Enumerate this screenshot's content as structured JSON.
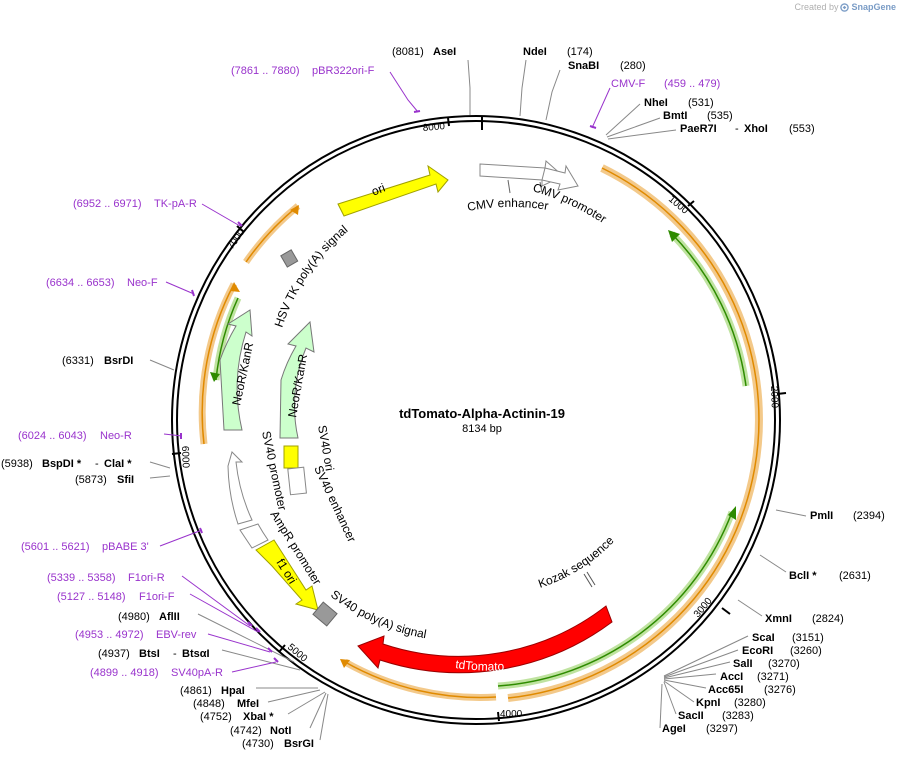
{
  "credit": {
    "text": "Created by",
    "brand": "SnapGene",
    "logo_icon": "snapgene-logo-icon"
  },
  "plasmid": {
    "name": "tdTomato-Alpha-Actinin-19",
    "size_label": "8134 bp"
  },
  "colors": {
    "primer": "#9933cc",
    "site": "#000000",
    "orf": "#f5a623",
    "orf_inner": "#2e8b00",
    "backbone": "#000000"
  },
  "ticks": [
    "1000",
    "2000",
    "3000",
    "4000",
    "5000",
    "6000",
    "7000",
    "8000"
  ],
  "sites": [
    {
      "name": "AseI",
      "pos": "(8081)"
    },
    {
      "name": "NdeI",
      "pos": "(174)"
    },
    {
      "name": "SnaBI",
      "pos": "(280)"
    },
    {
      "name": "NheI",
      "pos": "(531)"
    },
    {
      "name": "BmtI",
      "pos": "(535)"
    },
    {
      "name": "PaeR7I",
      "name2": "XhoI",
      "pos": "(553)"
    },
    {
      "name": "PmlI",
      "pos": "(2394)"
    },
    {
      "name": "BclI *",
      "pos": "(2631)"
    },
    {
      "name": "XmnI",
      "pos": "(2824)"
    },
    {
      "name": "ScaI",
      "pos": "(3151)"
    },
    {
      "name": "EcoRI",
      "pos": "(3260)"
    },
    {
      "name": "SalI",
      "pos": "(3270)"
    },
    {
      "name": "AccI",
      "pos": "(3271)"
    },
    {
      "name": "Acc65I",
      "pos": "(3276)"
    },
    {
      "name": "KpnI",
      "pos": "(3280)"
    },
    {
      "name": "SacII",
      "pos": "(3283)"
    },
    {
      "name": "AgeI",
      "pos": "(3297)"
    },
    {
      "name": "BsrGI",
      "pos": "(4730)"
    },
    {
      "name": "NotI",
      "pos": "(4742)"
    },
    {
      "name": "XbaI *",
      "pos": "(4752)"
    },
    {
      "name": "MfeI",
      "pos": "(4848)"
    },
    {
      "name": "HpaI",
      "pos": "(4861)"
    },
    {
      "name": "BtsI",
      "name2": "BtsαI",
      "pos": "(4937)"
    },
    {
      "name": "AflII",
      "pos": "(4980)"
    },
    {
      "name": "SfiI",
      "pos": "(5873)"
    },
    {
      "name": "BspDI *",
      "name2": "ClaI *",
      "pos": "(5938)"
    },
    {
      "name": "BsrDI",
      "pos": "(6331)"
    }
  ],
  "primers": [
    {
      "range": "(7861 .. 7880)",
      "name": "pBR322ori-F"
    },
    {
      "range": "(459 .. 479)",
      "name": "CMV-F"
    },
    {
      "range": "(6952 .. 6971)",
      "name": "TK-pA-R"
    },
    {
      "range": "(6634 .. 6653)",
      "name": "Neo-F"
    },
    {
      "range": "(6024 .. 6043)",
      "name": "Neo-R"
    },
    {
      "range": "(5601 .. 5621)",
      "name": "pBABE 3'"
    },
    {
      "range": "(5339 .. 5358)",
      "name": "F1ori-R"
    },
    {
      "range": "(5127 .. 5148)",
      "name": "F1ori-F"
    },
    {
      "range": "(4953 .. 4972)",
      "name": "EBV-rev"
    },
    {
      "range": "(4899 .. 4918)",
      "name": "SV40pA-R"
    }
  ],
  "features": {
    "ori": "ori",
    "cmv_enhancer": "CMV enhancer",
    "cmv_promoter": "CMV promoter",
    "hsv_tk": "HSV TK poly(A) signal",
    "neo_outer": "NeoR/KanR",
    "neo_inner": "NeoR/KanR",
    "sv40_ori": "SV40 ori",
    "sv40_enhancer": "SV40 enhancer",
    "sv40_promoter": "SV40 promoter",
    "ampr_promoter": "AmpR promoter",
    "f1_ori": "f1 ori",
    "sv40_polya": "SV40 poly(A) signal",
    "tdtomato": "tdTomato",
    "kozak": "Kozak sequence"
  }
}
